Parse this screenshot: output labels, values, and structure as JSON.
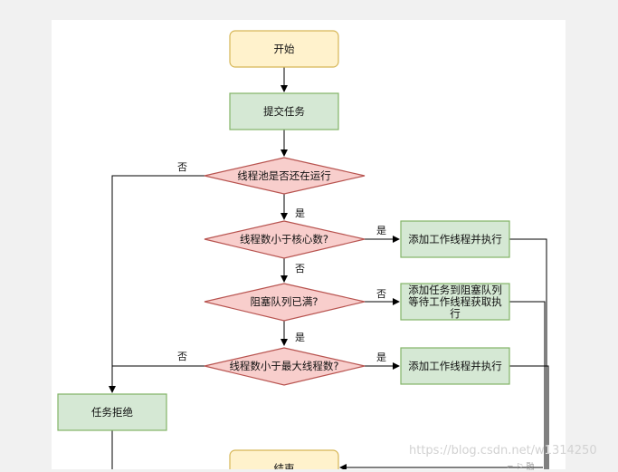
{
  "nodes": {
    "start": "开始",
    "submit": "提交任务",
    "pool_running": "线程池是否还在运行",
    "lt_core": "线程数小于核心数?",
    "add_worker_1": "添加工作线程并执行",
    "queue_full": "阻塞队列已满?",
    "enqueue_line1": "添加任务到阻塞队列",
    "enqueue_line2": "等待工作线程获取执",
    "enqueue_line3": "行",
    "lt_max": "线程数小于最大线程数?",
    "add_worker_2": "添加工作线程并执行",
    "reject": "任务拒绝",
    "end": "结束"
  },
  "edge_labels": {
    "running_no": "否",
    "running_yes": "是",
    "core_yes": "是",
    "core_no": "否",
    "full_no": "否",
    "full_yes": "是",
    "max_no": "否",
    "max_yes": "是"
  },
  "colors": {
    "terminal_fill": "#fff2cc",
    "terminal_stroke": "#d6b656",
    "process_fill": "#d5e8d4",
    "process_stroke": "#82b366",
    "decision_fill": "#f8cecc",
    "decision_stroke": "#b85450",
    "edge": "#000000"
  },
  "watermark": "https://blog.csdn.net/w1314250",
  "watermark_tail": "⌐ ⚐ 融"
}
